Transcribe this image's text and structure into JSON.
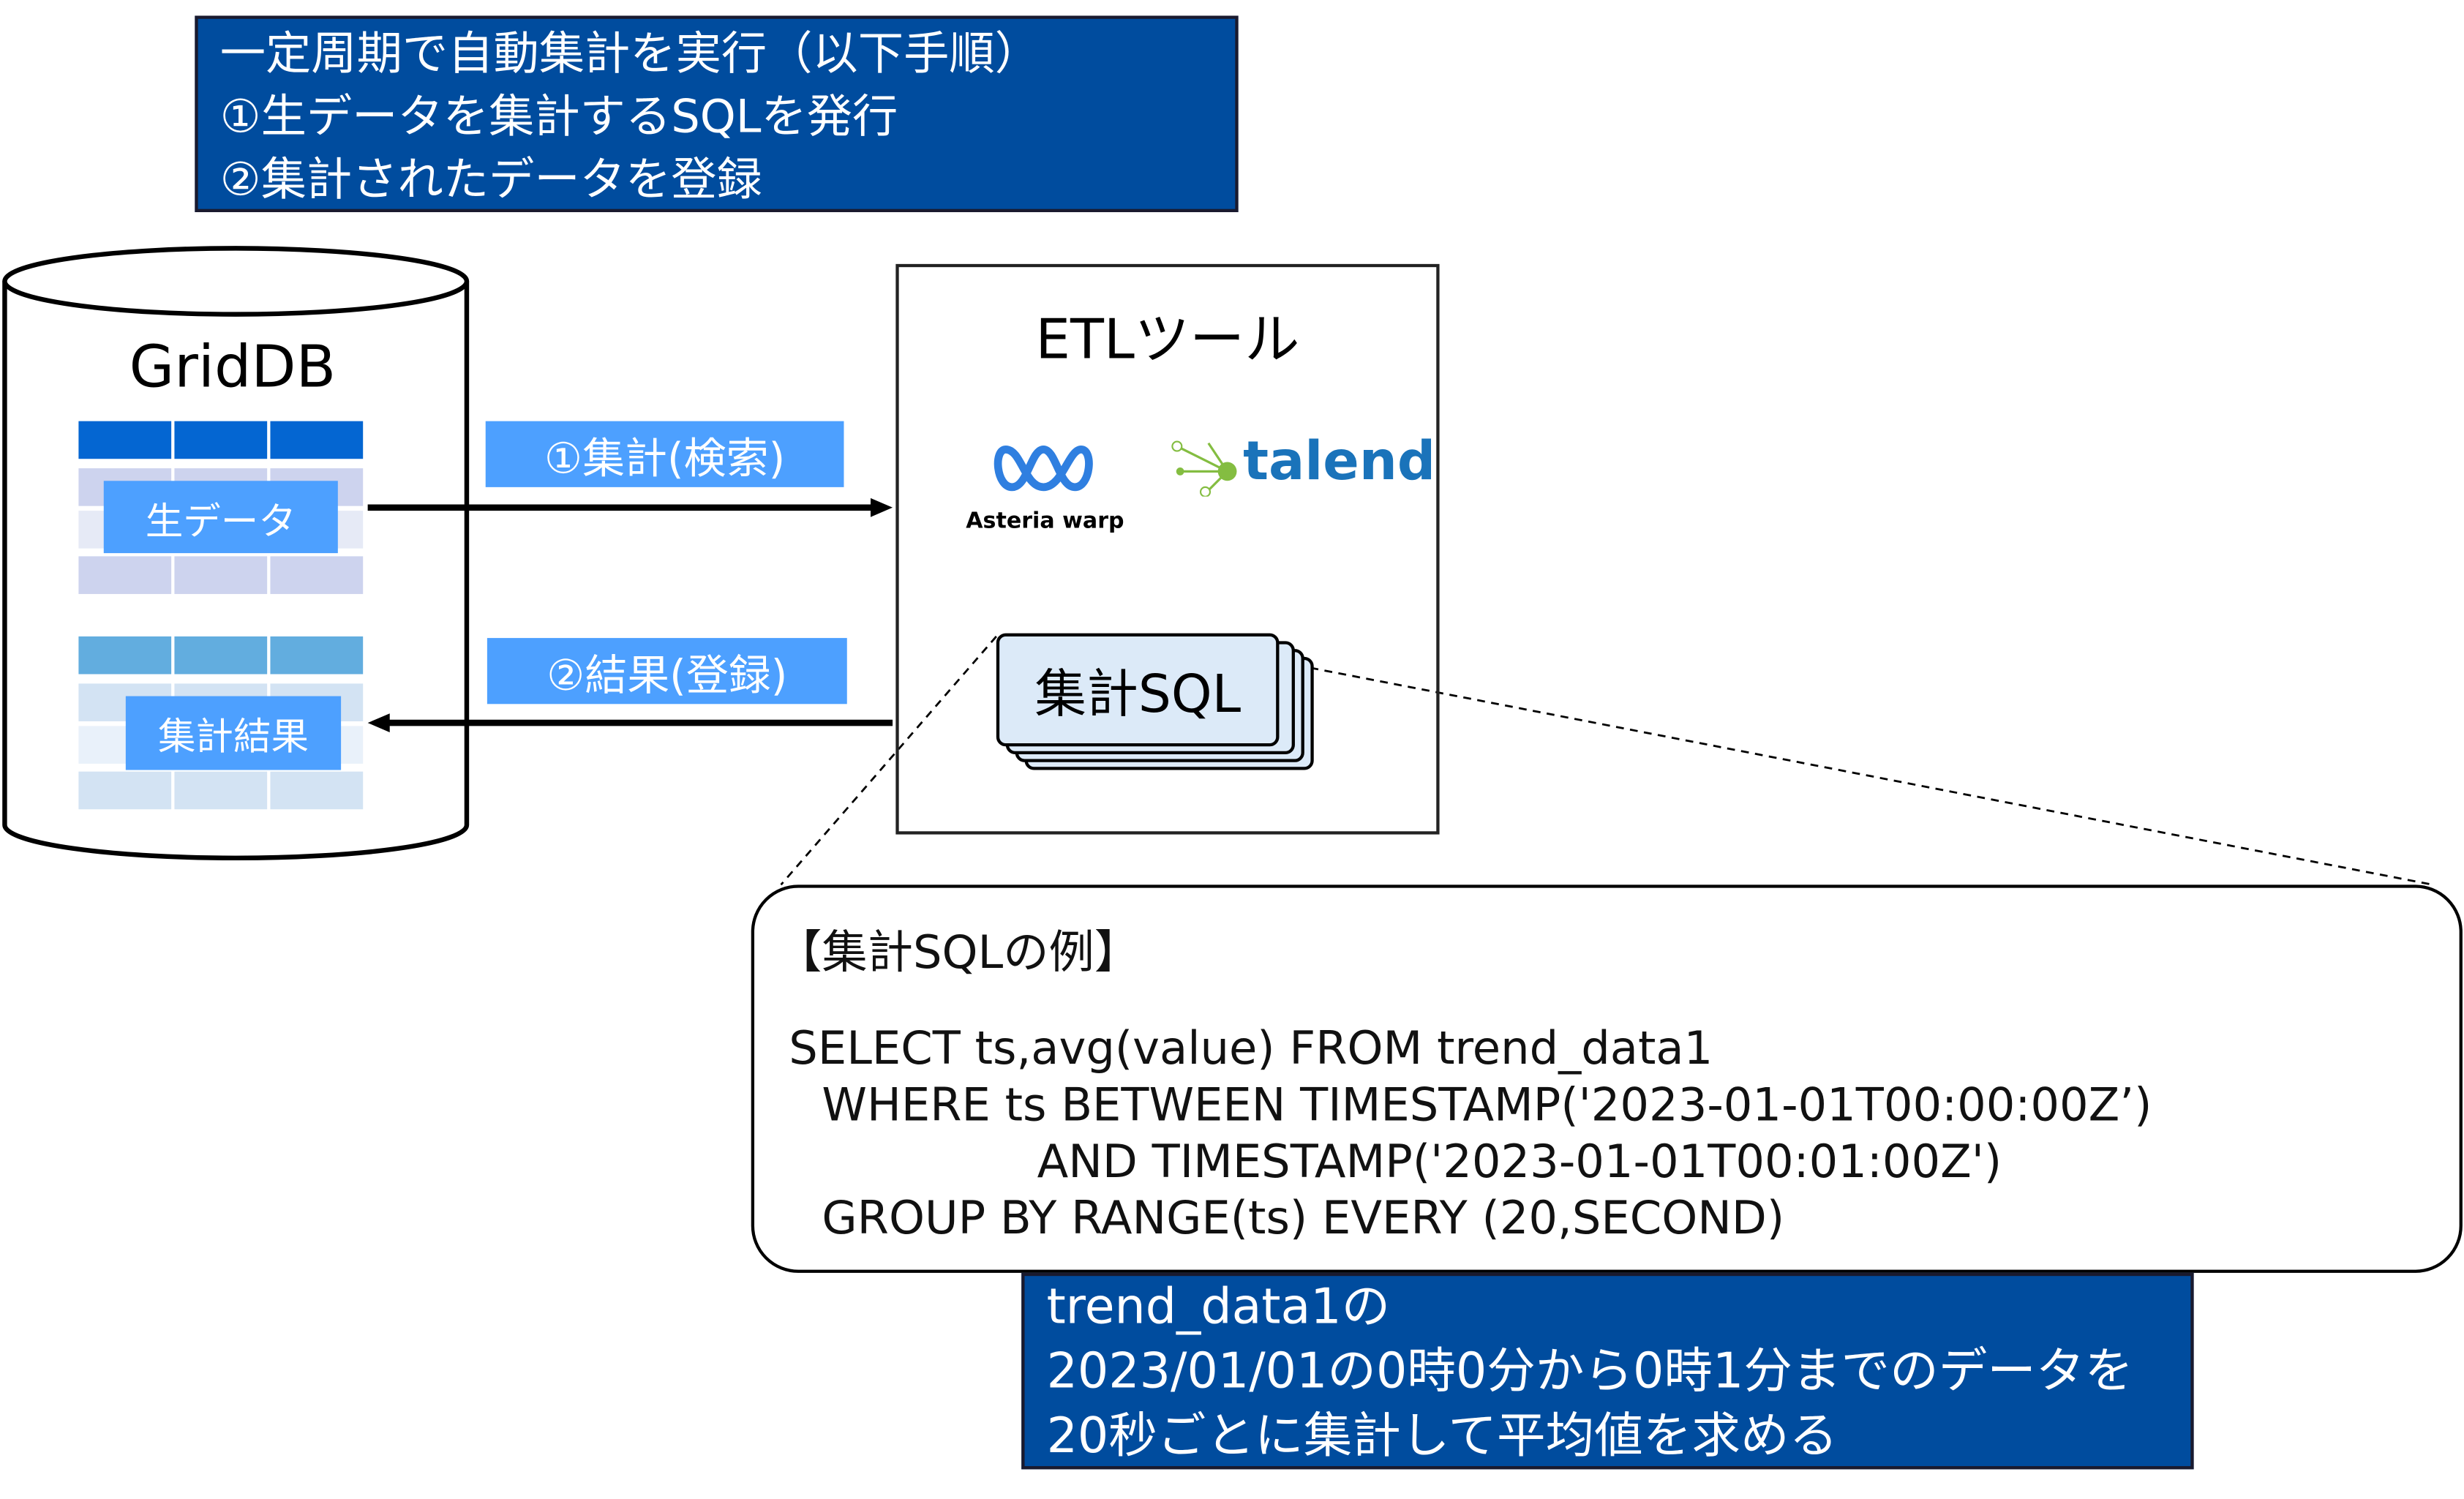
{
  "header_box": {
    "lines": [
      "一定周期で自動集計を実行（以下手順）",
      "①生データを集計するSQLを発行",
      "②集計されたデータを登録"
    ]
  },
  "database": {
    "title": "GridDB",
    "raw_table_label": "生データ",
    "result_table_label": "集計結果"
  },
  "flows": {
    "query_label": "①集計(検索)",
    "register_label": "②結果(登録)"
  },
  "etl": {
    "title": "ETLツール",
    "logos": [
      "Asteria warp",
      "talend"
    ],
    "sql_card_label": "集計SQL"
  },
  "callout": {
    "title": "【集計SQLの例】",
    "sql_lines": [
      "SELECT ts,avg(value) FROM trend_data1",
      "WHERE ts BETWEEN TIMESTAMP('2023-01-01T00:00:00Z’)",
      "AND TIMESTAMP('2023-01-01T00:01:00Z')",
      "GROUP BY RANGE(ts) EVERY (20,SECOND)"
    ]
  },
  "note_box": {
    "lines": [
      "trend_data1の",
      "2023/01/01の0時0分から0時1分までのデータを",
      "20秒ごとに集計して平均値を求める"
    ]
  },
  "colors": {
    "navy": "#004C9E",
    "label_blue": "#4DA0FF",
    "talend_blue": "#1A73BA",
    "talend_green": "#84BD41"
  }
}
